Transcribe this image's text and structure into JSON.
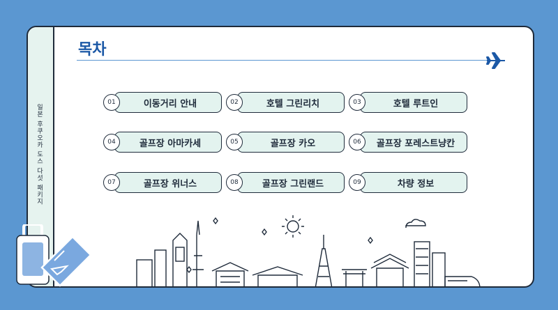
{
  "page": {
    "title": "목차",
    "side_label": "일본 후쿠오카 도스 다섯 패키지"
  },
  "toc": [
    {
      "num": "01",
      "label": "이동거리 안내"
    },
    {
      "num": "02",
      "label": "호텔 그린리치"
    },
    {
      "num": "03",
      "label": "호텔 루트인"
    },
    {
      "num": "04",
      "label": "골프장 아마카세"
    },
    {
      "num": "05",
      "label": "골프장 카오"
    },
    {
      "num": "06",
      "label": "골프장 포레스트냥칸"
    },
    {
      "num": "07",
      "label": "골프장 위너스"
    },
    {
      "num": "08",
      "label": "골프장 그린랜드"
    },
    {
      "num": "09",
      "label": "차량 정보"
    }
  ],
  "colors": {
    "background": "#5b97d1",
    "title": "#1b58a6",
    "pill": "#e3f3ef",
    "outline": "#1e2a3a"
  },
  "icons": [
    "airplane-icon",
    "luggage-icon",
    "ticket-icon",
    "sun-icon",
    "cloud-icon"
  ]
}
